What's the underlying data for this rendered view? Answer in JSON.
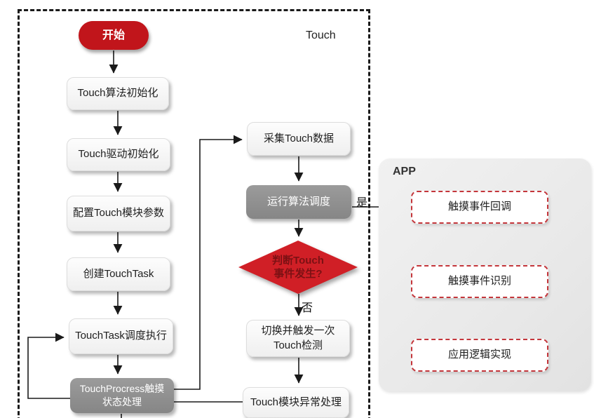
{
  "diagram": {
    "regions": {
      "touch": "Touch",
      "app": "APP"
    },
    "nodes": {
      "start": "开始",
      "algo_init": "Touch算法初始化",
      "driver_init": "Touch驱动初始化",
      "config_params": "配置Touch模块参数",
      "create_task": "创建TouchTask",
      "task_schedule": "TouchTask调度执行",
      "touch_process": "TouchProcress触摸\n状态处理",
      "collect_data": "采集Touch数据",
      "run_algo": "运行算法调度",
      "judge_event": "判断Touch\n事件发生?",
      "trigger_detect": "切换并触发一次\nTouch检测",
      "module_exception": "Touch模块异常处理",
      "event_callback": "触摸事件回调",
      "event_recognize": "触摸事件识别",
      "app_logic": "应用逻辑实现"
    },
    "edge_labels": {
      "yes": "是",
      "no": "否"
    },
    "colors": {
      "start_fill": "#c1151b",
      "decision_fill": "#d01f26",
      "decision_text": "#7c1114",
      "gray_fill": "#8f8f8f",
      "dashed_red": "#c4363b",
      "outer_border": "#1a1a1a",
      "app_panel_fill": "#e9e9e9",
      "line_color": "#1a1a1a"
    }
  }
}
